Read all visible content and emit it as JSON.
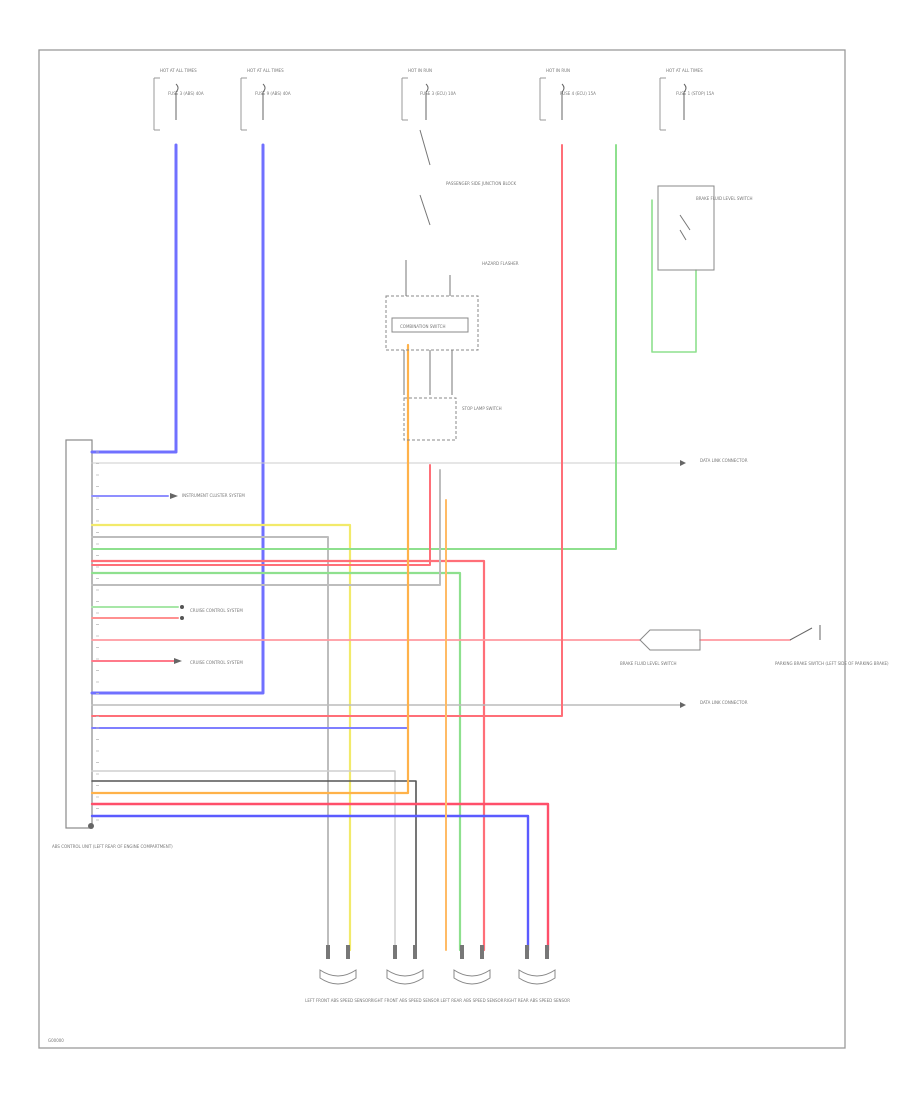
{
  "diagram": {
    "fuse_labels": [
      "HOT AT ALL TIMES",
      "HOT AT ALL TIMES",
      "HOT IN RUN",
      "HOT IN RUN",
      "HOT AT ALL TIMES"
    ],
    "fuse_names": [
      "FUSE 3 (ABS) 40A",
      "FUSE 9 (ABS) 40A",
      "FUSE 3 (ECU) 10A",
      "FUSE 4 (ECU) 15A",
      "FUSE 1 (STOP) 15A"
    ],
    "components": {
      "relay_box": "STOP LAMP SWITCH",
      "combination_switch": "COMBINATION SWITCH",
      "hazard_box": "HAZARD FLASHER",
      "junction_block": "PASSENGER SIDE JUNCTION BLOCK",
      "abs_module": "ABS CONTROL UNIT (LEFT REAR OF ENGINE COMPARTMENT)",
      "parking_brake": "PARKING BRAKE SWITCH (LEFT SIDE OF PARKING BRAKE)",
      "brake_fluid": "BRAKE FLUID LEVEL SWITCH",
      "data_link": "DATA LINK CONNECTOR",
      "instrument_cluster": "INSTRUMENT CLUSTER SYSTEM",
      "cruise_control": "CRUISE CONTROL SYSTEM",
      "sensors": [
        "LEFT FRONT ABS SPEED SENSOR",
        "RIGHT FRONT ABS SPEED SENSOR",
        "LEFT REAR ABS SPEED SENSOR",
        "RIGHT REAR ABS SPEED SENSOR"
      ]
    },
    "colors": {
      "blue": "#7070ff",
      "red": "#ff6f78",
      "green": "#8ee08e",
      "yellow": "#f4ee7a",
      "orange": "#ffb24a",
      "gray": "#aaaaaa",
      "dark": "#555555"
    },
    "footer": "G00000"
  }
}
